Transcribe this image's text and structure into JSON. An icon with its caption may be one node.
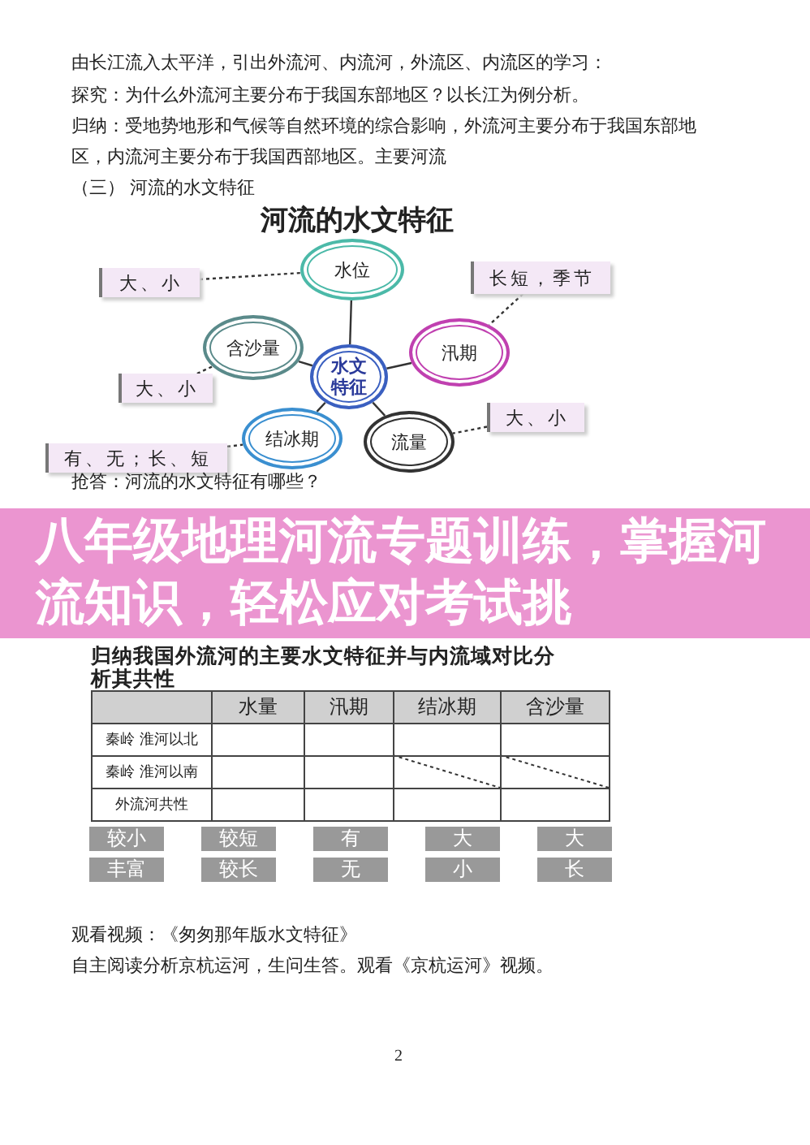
{
  "diagram": {
    "title": "河流的水文特征",
    "nodes": [
      {
        "text": [
          "水文特征"
        ]
      },
      {
        "text": [
          "水位"
        ]
      },
      {
        "text": [
          "汛期"
        ]
      },
      {
        "text": [
          "含沙量"
        ]
      },
      {
        "text": [
          "结冰期"
        ]
      },
      {
        "text": [
          "流量"
        ]
      },
      {
        "text": [
          "大、小"
        ]
      },
      {
        "text": [
          "长短，季节"
        ]
      },
      {
        "text": [
          "大、小"
        ]
      },
      {
        "text": [
          "有、无；长、短"
        ]
      },
      {
        "text": [
          "大、小"
        ]
      }
    ],
    "edges": [
      {
        "from": 0,
        "to": 1,
        "arrow": "none"
      },
      {
        "from": 0,
        "to": 2,
        "arrow": "none"
      },
      {
        "from": 0,
        "to": 3,
        "arrow": "none"
      },
      {
        "from": 0,
        "to": 4,
        "arrow": "none"
      },
      {
        "from": 0,
        "to": 5,
        "arrow": "none"
      },
      {
        "from": 6,
        "to": 1,
        "arrow": "none",
        "style": "dashed"
      },
      {
        "from": 7,
        "to": 2,
        "arrow": "none",
        "style": "dashed"
      },
      {
        "from": 8,
        "to": 3,
        "arrow": "none",
        "style": "dashed"
      },
      {
        "from": 9,
        "to": 4,
        "arrow": "none",
        "style": "dashed"
      },
      {
        "from": 10,
        "to": 5,
        "arrow": "none",
        "style": "dashed"
      }
    ],
    "labels": [
      "由长江流入太平洋，引出外流河、内流河，外流区、内流区的学习：",
      "探究：为什么外流河主要分布于我国东部地区？以长江为例分析。",
      "归纳：受地势地形和气候等自然环境的综合影响，外流河主要分布于我国东部地区，内流河主要分布于我国西部地区。主要河流",
      "（三） 河流的水文特征",
      "抢答：河流的水文特征有哪些？",
      "八年级地理河流专题训练，掌握河流知识，轻松应对考试挑",
      "归纳我国外流河的主要水文特征并与内流域对比分析其共性",
      "水量",
      "汛期",
      "结冰期",
      "含沙量",
      "秦岭 淮河以北",
      "秦岭 淮河以南",
      "外流河共性",
      "较小",
      "较短",
      "有",
      "大",
      "大",
      "丰富",
      "较长",
      "无",
      "小",
      "长",
      "观看视频：《匆匆那年版水文特征》",
      "自主阅读分析京杭运河，生问生答。观看《京杭运河》视频。",
      "2"
    ]
  }
}
